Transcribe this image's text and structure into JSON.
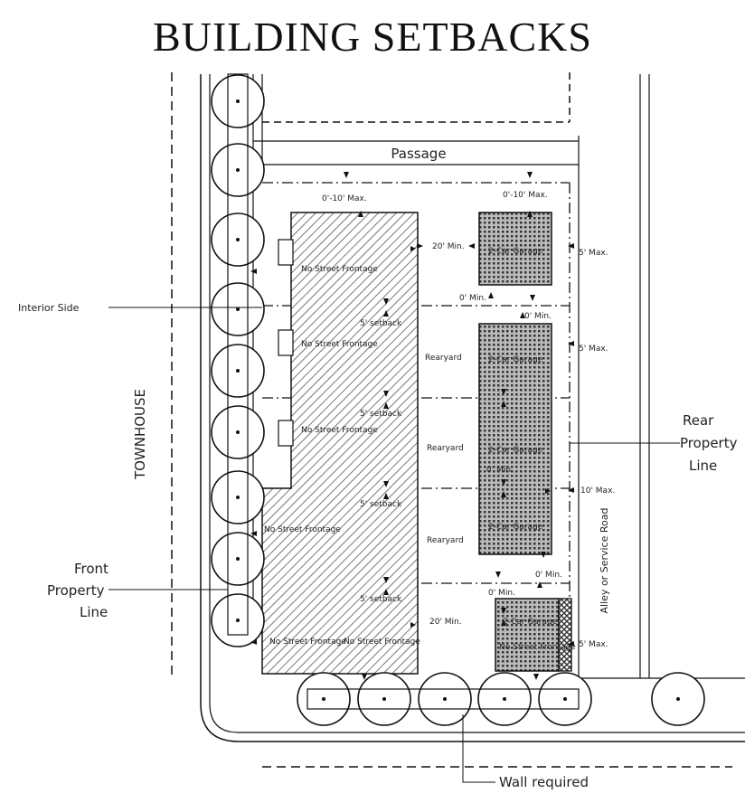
{
  "title": "BUILDING SETBACKS",
  "labels": {
    "passage": "Passage",
    "interior_side": "Interior Side",
    "townhouse": "TOWNHOUSE",
    "rear_line_1": "Rear",
    "rear_line_2": "Property",
    "rear_line_3": "Line",
    "front_line_1": "Front",
    "front_line_2": "Property",
    "front_line_3": "Line",
    "alley": "Alley or Service Road",
    "wall_required": "Wall required"
  },
  "dimensions": {
    "top_left": "0'-10' Max.",
    "top_right": "0'-10' Max.",
    "mid_20": "20' Min.",
    "mid_20b": "20' Min.",
    "side_max_1": "5' Max.",
    "side_max_2": "5' Max.",
    "side_max_3": "10' Max.",
    "side_max_4": "5' Max.",
    "gap_0a": "0' Min.",
    "gap_0b": "0' Min.",
    "gap_0c": "0' Min.",
    "gap_0d": "0' Min.",
    "gap_0e": "0' Min."
  },
  "zones": {
    "rearyard": "Rearyard",
    "setback": "5' setback",
    "frontage": "No Street Frontage",
    "garage": "2-Car Garage"
  },
  "colors": {
    "ink": "#1a1a1a",
    "hatch": "#444444",
    "paper": "#ffffff"
  }
}
